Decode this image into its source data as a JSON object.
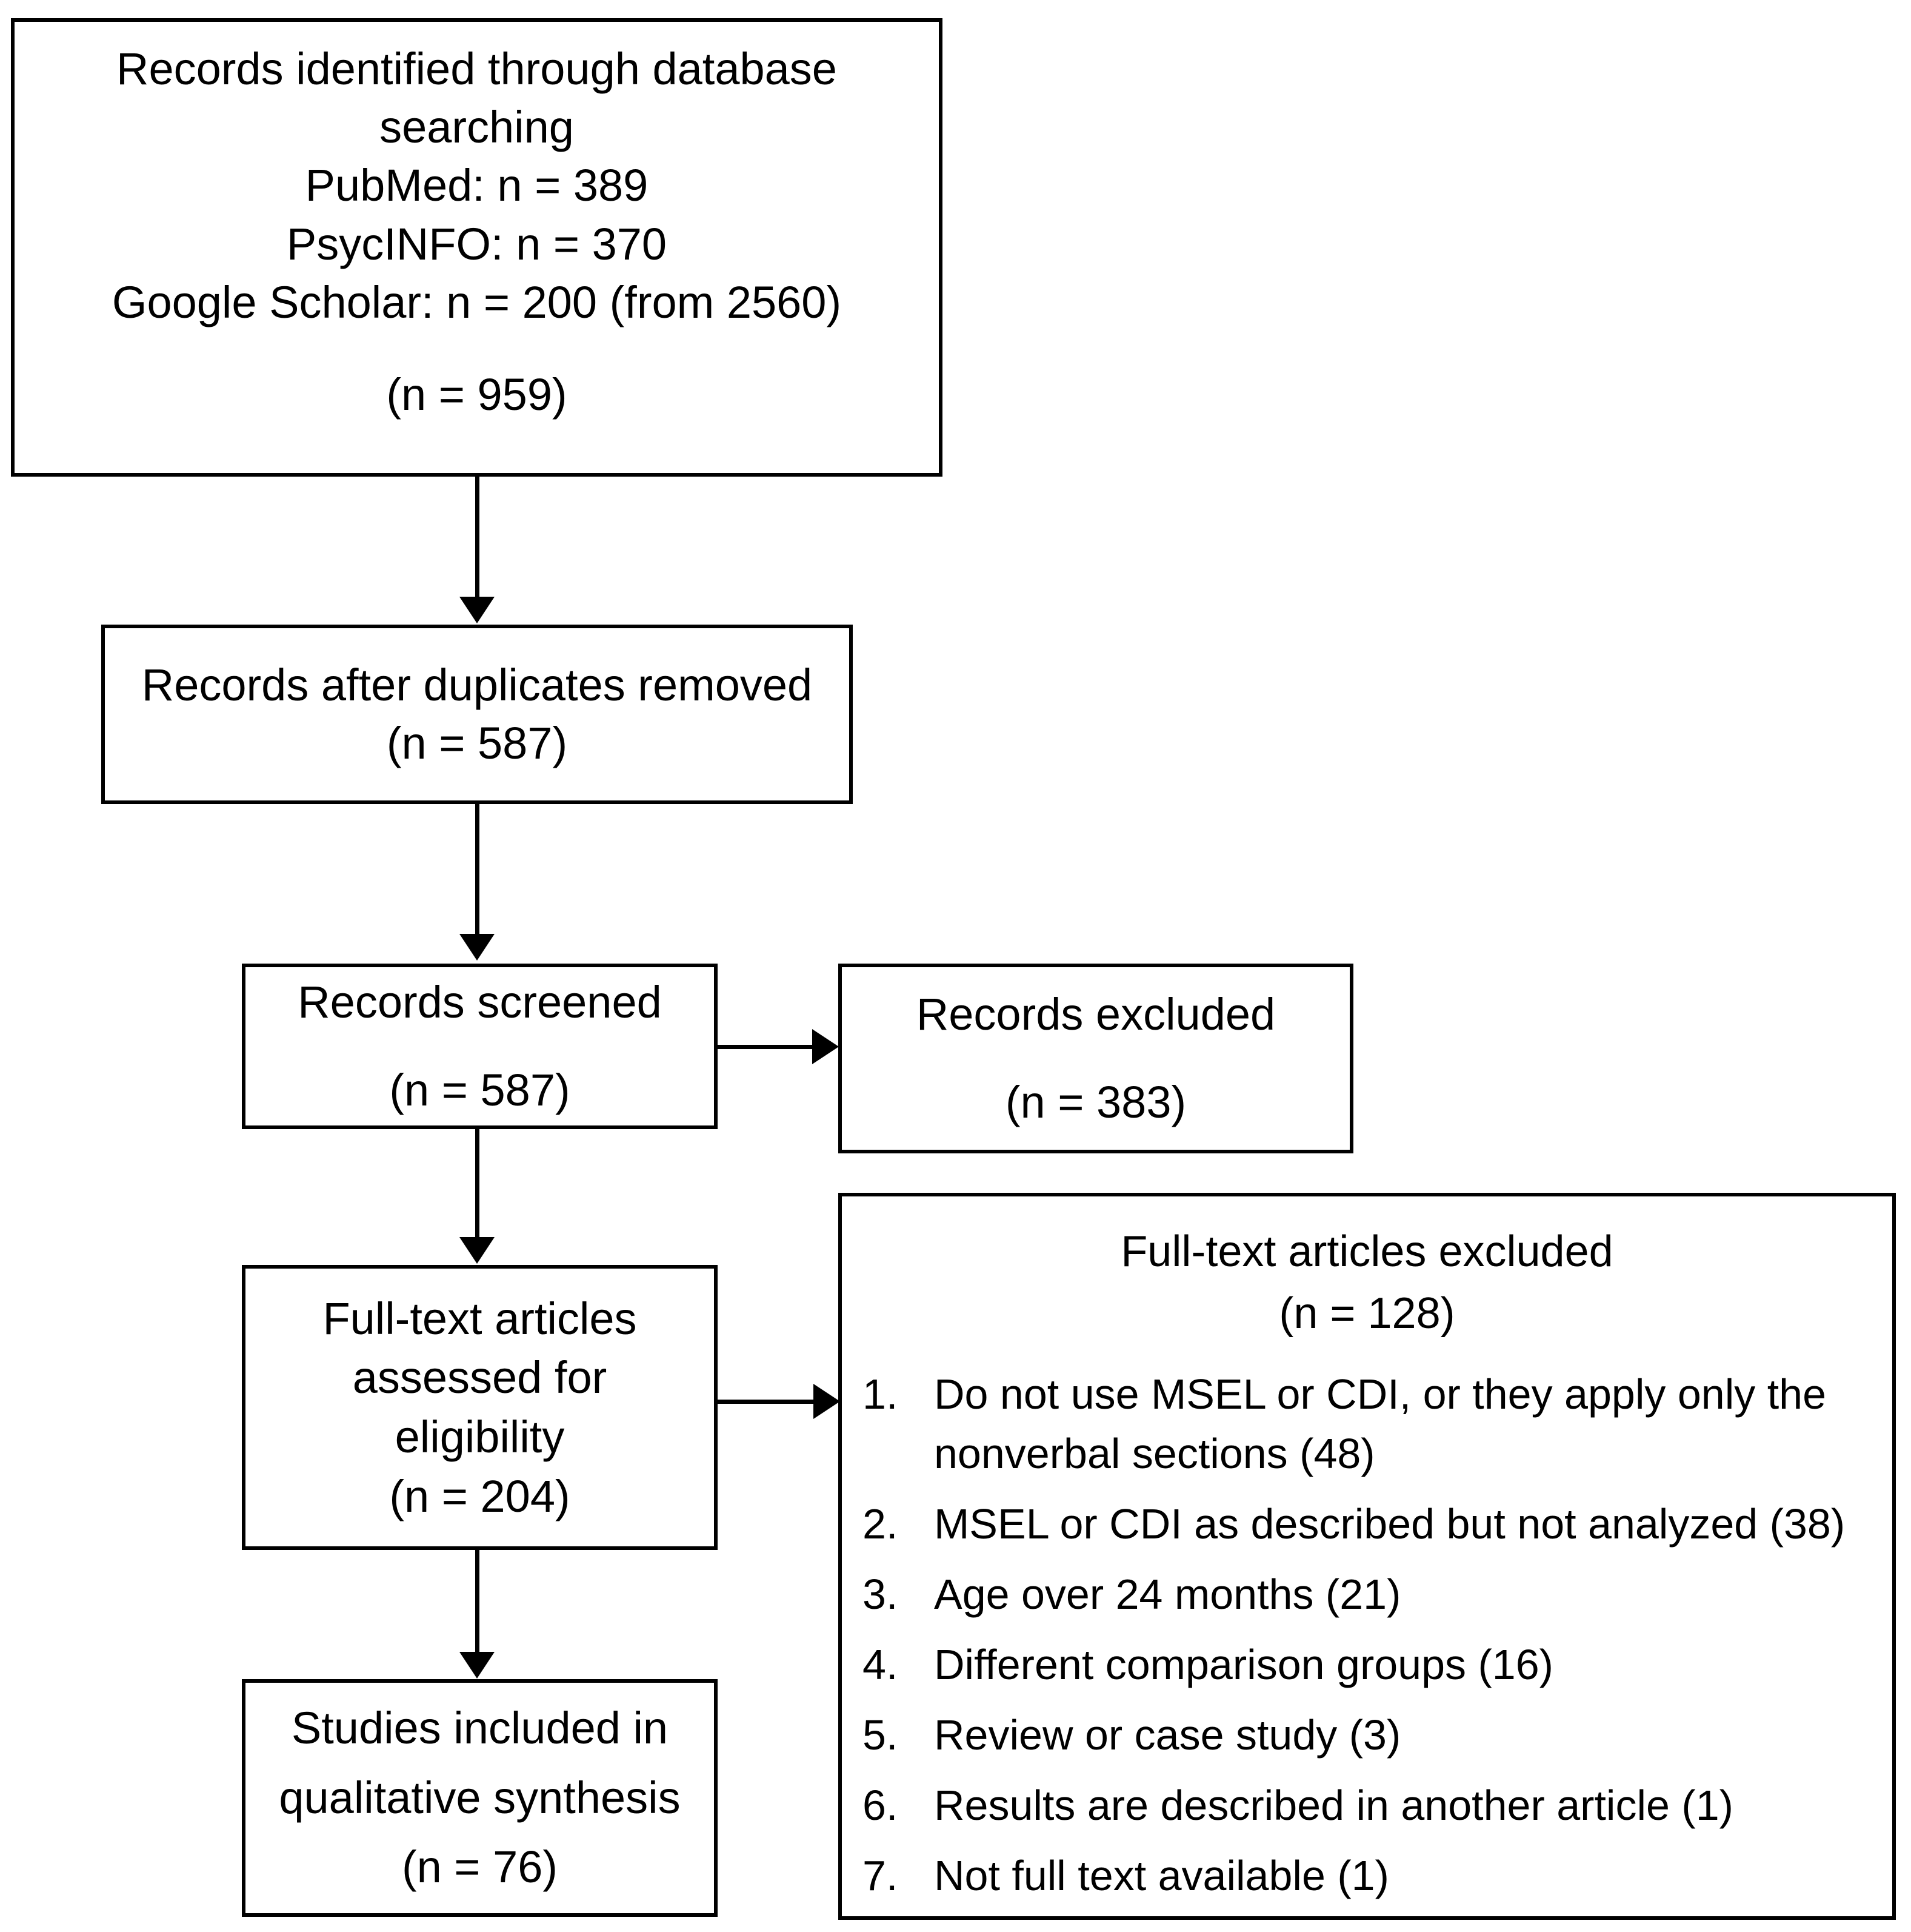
{
  "diagram": {
    "type": "prisma-flow-diagram",
    "boxes": {
      "identified": {
        "line1": "Records identified through database",
        "line2": "searching",
        "line3": "PubMed: n = 389",
        "line4": "PsycINFO: n = 370",
        "line5": "Google Scholar: n = 200 (from 2560)",
        "total": "(n = 959)"
      },
      "duplicates_removed": {
        "line1": "Records after duplicates removed",
        "total": "(n = 587)"
      },
      "records_screened": {
        "line1": "Records screened",
        "total": "(n = 587)"
      },
      "records_excluded": {
        "line1": "Records excluded",
        "total": "(n = 383)"
      },
      "fulltext_assessed": {
        "line1": "Full-text articles",
        "line2": "assessed for",
        "line3": "eligibility",
        "total": "(n = 204)"
      },
      "fulltext_excluded": {
        "line1": "Full-text articles excluded",
        "total": "(n = 128)",
        "reasons": [
          "Do not use MSEL or CDI, or they apply only the nonverbal sections (48)",
          "MSEL or CDI as described but not analyzed (38)",
          "Age over 24 months (21)",
          "Different comparison groups (16)",
          "Review or case study (3)",
          "Results are described in another article (1)",
          "Not full text available (1)"
        ]
      },
      "studies_included": {
        "line1": "Studies included in",
        "line2": "qualitative synthesis",
        "total": "(n = 76)"
      }
    },
    "colors": {
      "stroke": "#000000",
      "fill": "#ffffff",
      "text": "#000000"
    }
  }
}
